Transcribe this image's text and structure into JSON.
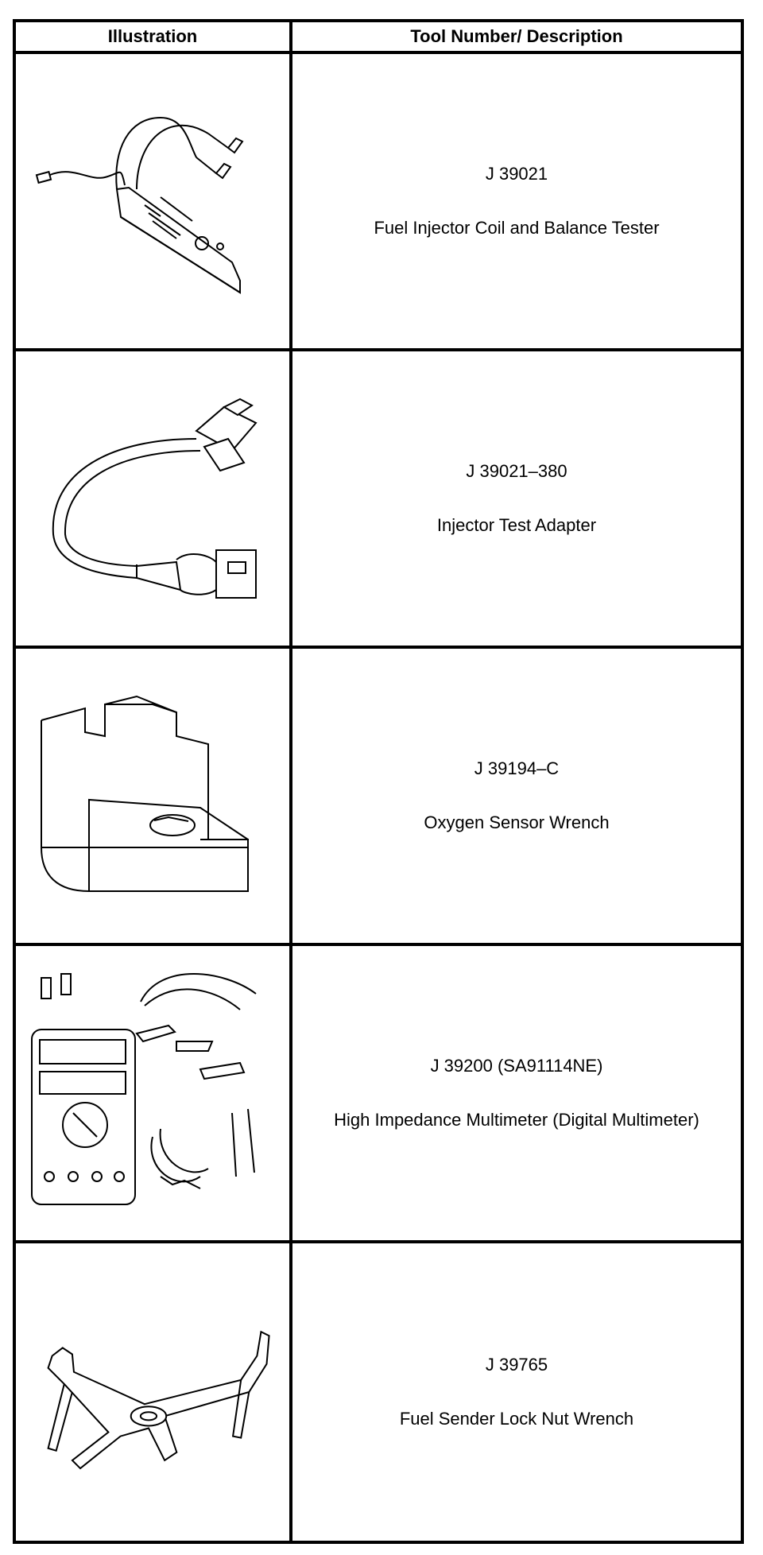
{
  "table": {
    "headers": {
      "illustration": "Illustration",
      "tool": "Tool Number/ Description"
    },
    "rows": [
      {
        "number": "J 39021",
        "description": "Fuel Injector Coil and Balance Tester",
        "illustration_icon": "fuel-injector-tester-icon"
      },
      {
        "number": "J 39021–380",
        "description": "Injector Test Adapter",
        "illustration_icon": "injector-test-adapter-icon"
      },
      {
        "number": "J 39194–C",
        "description": "Oxygen Sensor Wrench",
        "illustration_icon": "oxygen-sensor-wrench-icon"
      },
      {
        "number": "J 39200 (SA91114NE)",
        "description": "High Impedance Multimeter (Digital Multimeter)",
        "illustration_icon": "multimeter-icon"
      },
      {
        "number": "J 39765",
        "description": "Fuel Sender Lock Nut Wrench",
        "illustration_icon": "lock-nut-wrench-icon"
      }
    ]
  }
}
